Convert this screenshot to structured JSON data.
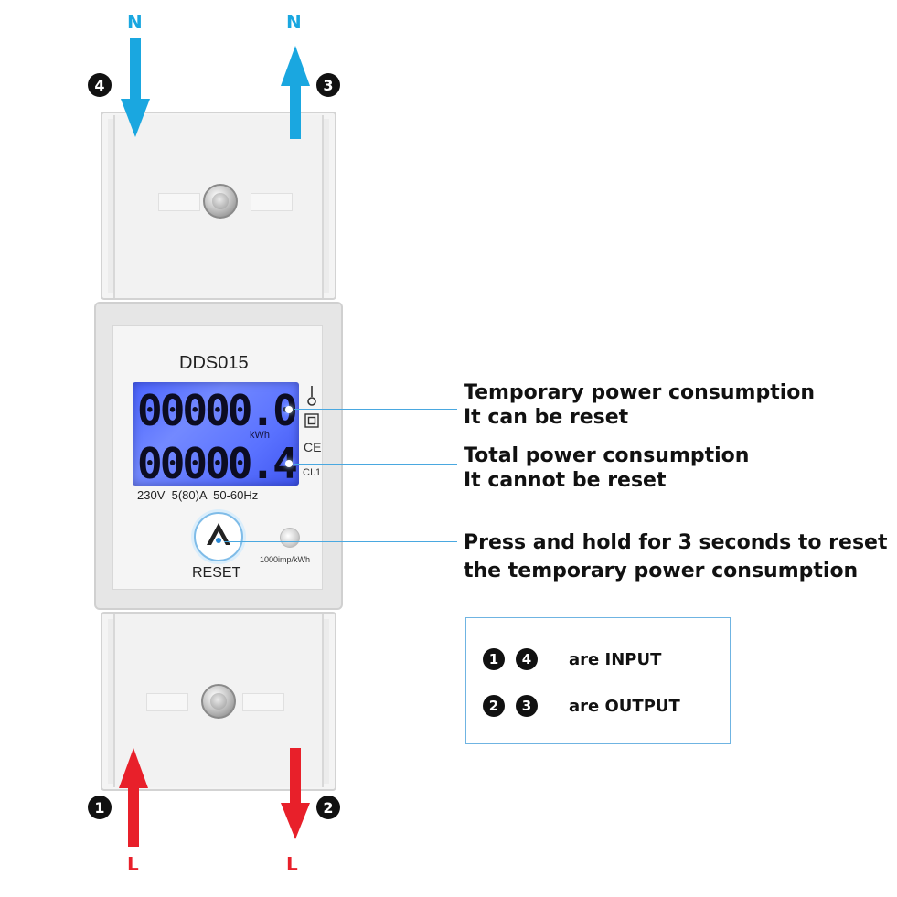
{
  "wiring": {
    "top_left": {
      "phase": "N",
      "badge": "4"
    },
    "top_right": {
      "phase": "N",
      "badge": "3"
    },
    "bottom_left": {
      "phase": "L",
      "badge": "1"
    },
    "bottom_right": {
      "phase": "L",
      "badge": "2"
    }
  },
  "meter": {
    "model": "DDS015",
    "display_top": "00000.0",
    "display_unit": "kWh",
    "display_bottom": "00000.4",
    "ratings": "230V  5(80)A  50-60Hz",
    "side_mark": "CI.1",
    "ce_mark": "CE",
    "reset_label": "RESET",
    "impulse_label": "1000imp/kWh"
  },
  "callouts": {
    "temporary": {
      "line1": "Temporary power consumption",
      "line2": "It can be reset"
    },
    "total": {
      "line1": "Total power consumption",
      "line2": "It cannot be reset"
    },
    "reset": {
      "line1": "Press and hold for 3 seconds to reset",
      "line2": "the temporary power consumption"
    }
  },
  "legend": {
    "input": {
      "badge_a": "1",
      "badge_b": "4",
      "text": "are INPUT"
    },
    "output": {
      "badge_a": "2",
      "badge_b": "3",
      "text": "are OUTPUT"
    }
  },
  "colors": {
    "neutral_arrow": "#1aa7e0",
    "live_arrow": "#e8202a",
    "callout_line": "#4aa8e0",
    "lcd_backlight": "#5a72ff"
  }
}
